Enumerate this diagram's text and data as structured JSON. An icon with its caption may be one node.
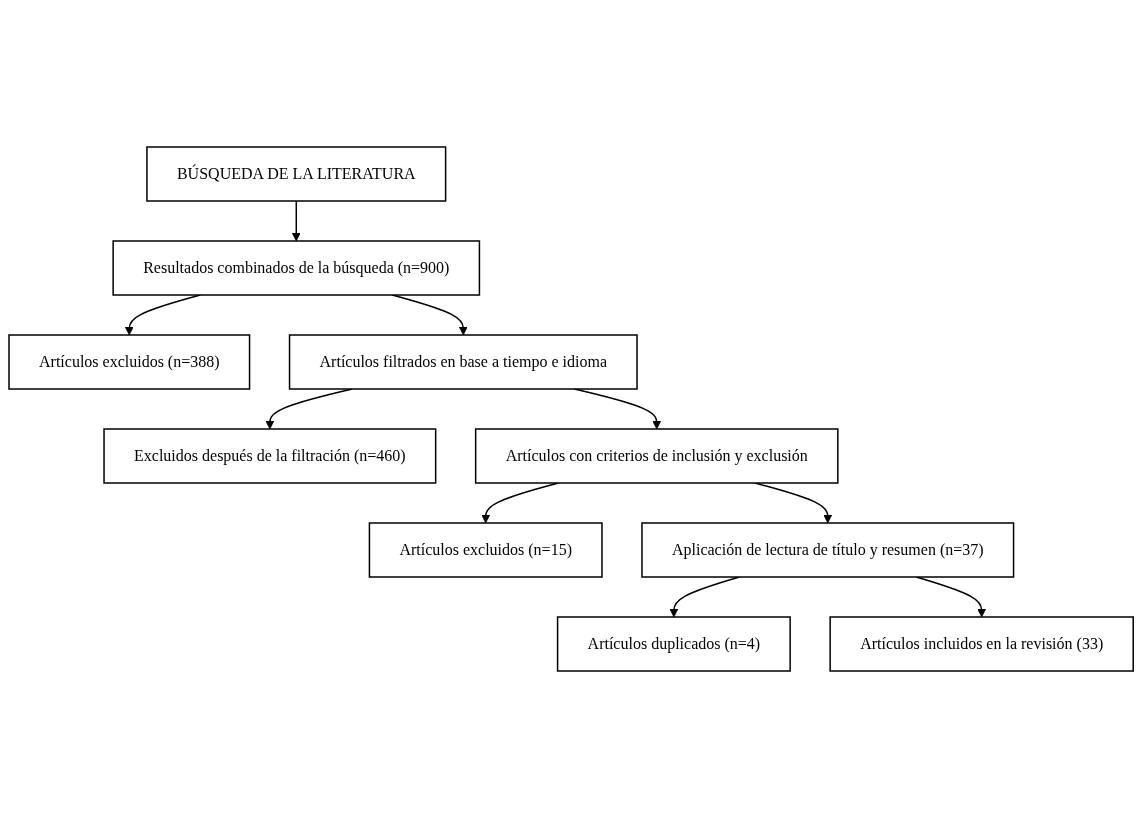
{
  "diagram": {
    "nodes": [
      {
        "text": [
          "BÚSQUEDA DE LA LITERATURA"
        ]
      },
      {
        "text": [
          "Resultados combinados de la búsqueda (n=900)"
        ]
      },
      {
        "text": [
          "Artículos excluidos (n=388)"
        ]
      },
      {
        "text": [
          "Artículos filtrados en base a tiempo e idioma"
        ]
      },
      {
        "text": [
          "Excluidos después de la filtración (n=460)"
        ]
      },
      {
        "text": [
          "Artículos con criterios de inclusión y exclusión"
        ]
      },
      {
        "text": [
          "Artículos excluidos (n=15)"
        ]
      },
      {
        "text": [
          "Aplicación de lectura de título y resumen (n=37)"
        ]
      },
      {
        "text": [
          "Artículos duplicados (n=4)"
        ]
      },
      {
        "text": [
          "Artículos incluidos en la revisión (33)"
        ]
      }
    ],
    "edges": [
      {
        "from": 0,
        "to": 1,
        "arrow": "to"
      },
      {
        "from": 1,
        "to": 2,
        "arrow": "to"
      },
      {
        "from": 1,
        "to": 3,
        "arrow": "to"
      },
      {
        "from": 3,
        "to": 4,
        "arrow": "to"
      },
      {
        "from": 3,
        "to": 5,
        "arrow": "to"
      },
      {
        "from": 5,
        "to": 6,
        "arrow": "to"
      },
      {
        "from": 5,
        "to": 7,
        "arrow": "to"
      },
      {
        "from": 7,
        "to": 8,
        "arrow": "to"
      },
      {
        "from": 7,
        "to": 9,
        "arrow": "to"
      }
    ]
  }
}
